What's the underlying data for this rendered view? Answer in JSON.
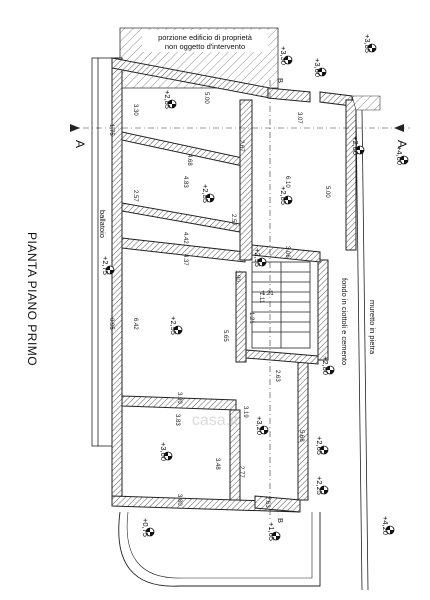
{
  "plan": {
    "title": "PIANTA PIANO PRIMO",
    "notes": {
      "adjacent_property": [
        "porzione edificio di proprietà",
        "non oggetto d'intervento"
      ],
      "ground_fill": "fondo in ciottoli e cemento",
      "stone_wall": "muretto in pietra",
      "balcony": "ballatoio"
    },
    "section_markers": {
      "a": "A",
      "b": "B"
    },
    "elevations": [
      "+3,85",
      "+3,30",
      "+3,60",
      "+2,85",
      "+2,80",
      "+4,00",
      "+2,85",
      "+2,85",
      "+2,95",
      "+2,75",
      "+2,95",
      "+2,80",
      "+3,20",
      "+3,00",
      "+2,65",
      "+2,25",
      "+0,75",
      "+1,65",
      "+4,20"
    ],
    "dimensions": [
      "5.00",
      "3.07",
      "3.30",
      "2.67",
      "4.68",
      "4.83",
      "6.10",
      "5.00",
      "2.57",
      "2.57",
      "4.42",
      "4.37",
      "3.06",
      "1.90",
      "1.11",
      "1.21",
      "6.42",
      "5.65",
      "2.63",
      "3.90",
      "3.83",
      "3.19",
      "5.68",
      "3.48",
      "2.77",
      "3.80",
      "2.63",
      "1.75",
      "0.95"
    ],
    "stair_labels": [
      "1.21"
    ]
  },
  "watermark": "casa.it"
}
